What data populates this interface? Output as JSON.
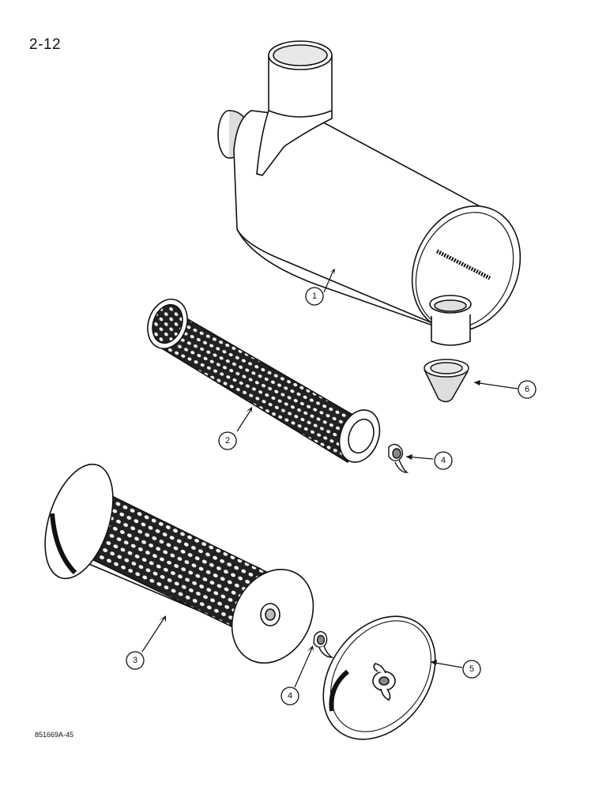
{
  "page": {
    "number": "2-12",
    "figure_id": "851669A-45"
  },
  "callouts": [
    {
      "id": "1",
      "label": "1"
    },
    {
      "id": "2",
      "label": "2"
    },
    {
      "id": "3",
      "label": "3"
    },
    {
      "id": "4a",
      "label": "4"
    },
    {
      "id": "4b",
      "label": "4"
    },
    {
      "id": "5",
      "label": "5"
    },
    {
      "id": "6",
      "label": "6"
    }
  ]
}
